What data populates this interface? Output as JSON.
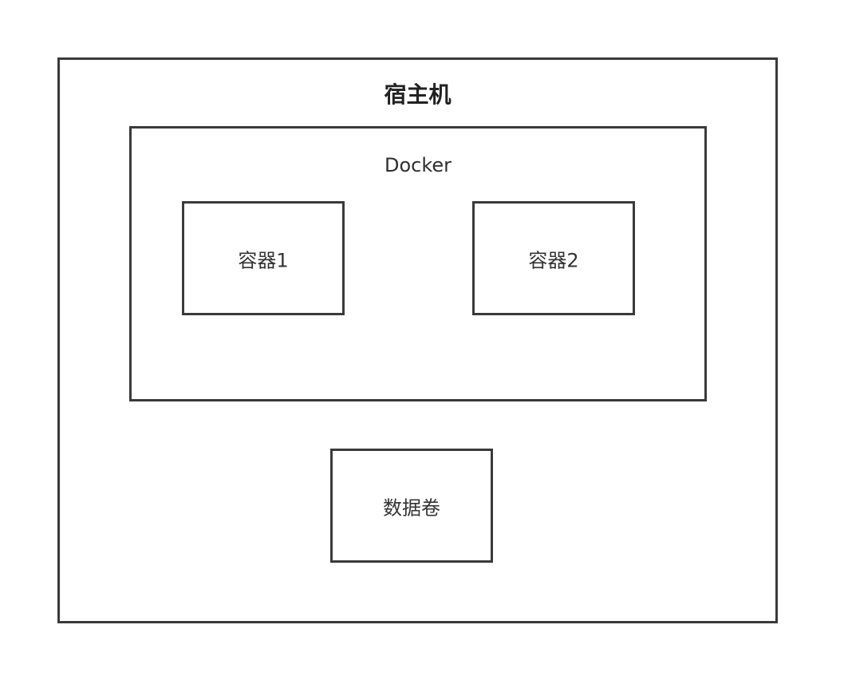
{
  "host": {
    "title": "宿主机"
  },
  "docker": {
    "title": "Docker",
    "containers": [
      {
        "label": "容器1"
      },
      {
        "label": "容器2"
      }
    ]
  },
  "volume": {
    "label": "数据卷"
  },
  "colors": {
    "border": "#3a3a3a",
    "background": "#ffffff",
    "text": "#333333"
  }
}
